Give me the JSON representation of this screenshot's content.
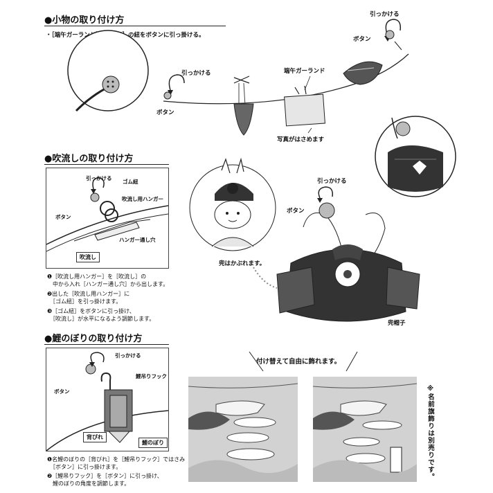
{
  "sections": {
    "small": {
      "title": "●小物の取り付け方",
      "note": "・［端午ガーランド］［兜帽子］の紐をボタンに引っ掛ける。",
      "labels": {
        "hook_top": "引っかける",
        "button_top": "ボタン",
        "hook_mid": "引っかける",
        "button_mid": "ボタン",
        "garland": "端午ガーランド",
        "photo": "写真がはさめます"
      }
    },
    "streamer": {
      "title": "●吹流しの取り付け方",
      "labels": {
        "hook": "引っかける",
        "rubber": "ゴム紐",
        "hanger": "吹流し用ハンガー",
        "button": "ボタン",
        "hole": "ハンガー通し穴",
        "fukinagashi": "吹流し"
      },
      "steps": [
        [
          "❶［吹流し用ハンガー］を［吹流し］の",
          "　中から入れ［ハンガー通し穴］から出します。"
        ],
        [
          "❷出した［吹流し用ハンガー］に",
          "　［ゴム紐］を引っ掛けます。"
        ],
        [
          "❸［ゴム紐］をボタンに引っ掛け、",
          "　［吹流し］が水平になるよう調節します。"
        ]
      ]
    },
    "kabuto": {
      "hook": "引っかける",
      "button": "ボタン",
      "wearable": "兜はかぶれます。",
      "name": "兜帽子"
    },
    "koinobori": {
      "title": "●鯉のぼりの取り付け方",
      "labels": {
        "hook": "引っかける",
        "button": "ボタン",
        "clip": "鯉吊りフック",
        "fin": "背びれ",
        "koi": "鯉のぼり"
      },
      "steps": [
        [
          "❶名鯉のぼりの［背びれ］を［鯉吊りフック］ではさみ",
          "　［ボタン］に引っ掛けます。"
        ],
        [
          "❷［鯉吊りフック］を［ボタン］に引っ掛け、",
          "　鯉のぼりの角度を調節します。"
        ]
      ]
    },
    "display": {
      "caption": "付け替えて自由に飾れます。",
      "side_note": "※名前旗飾りは別売りです。"
    }
  },
  "colors": {
    "ink": "#111111",
    "gray_light": "#d9d9d9",
    "gray_mid": "#8c8c8c",
    "gray_dark": "#3a3a3a"
  }
}
